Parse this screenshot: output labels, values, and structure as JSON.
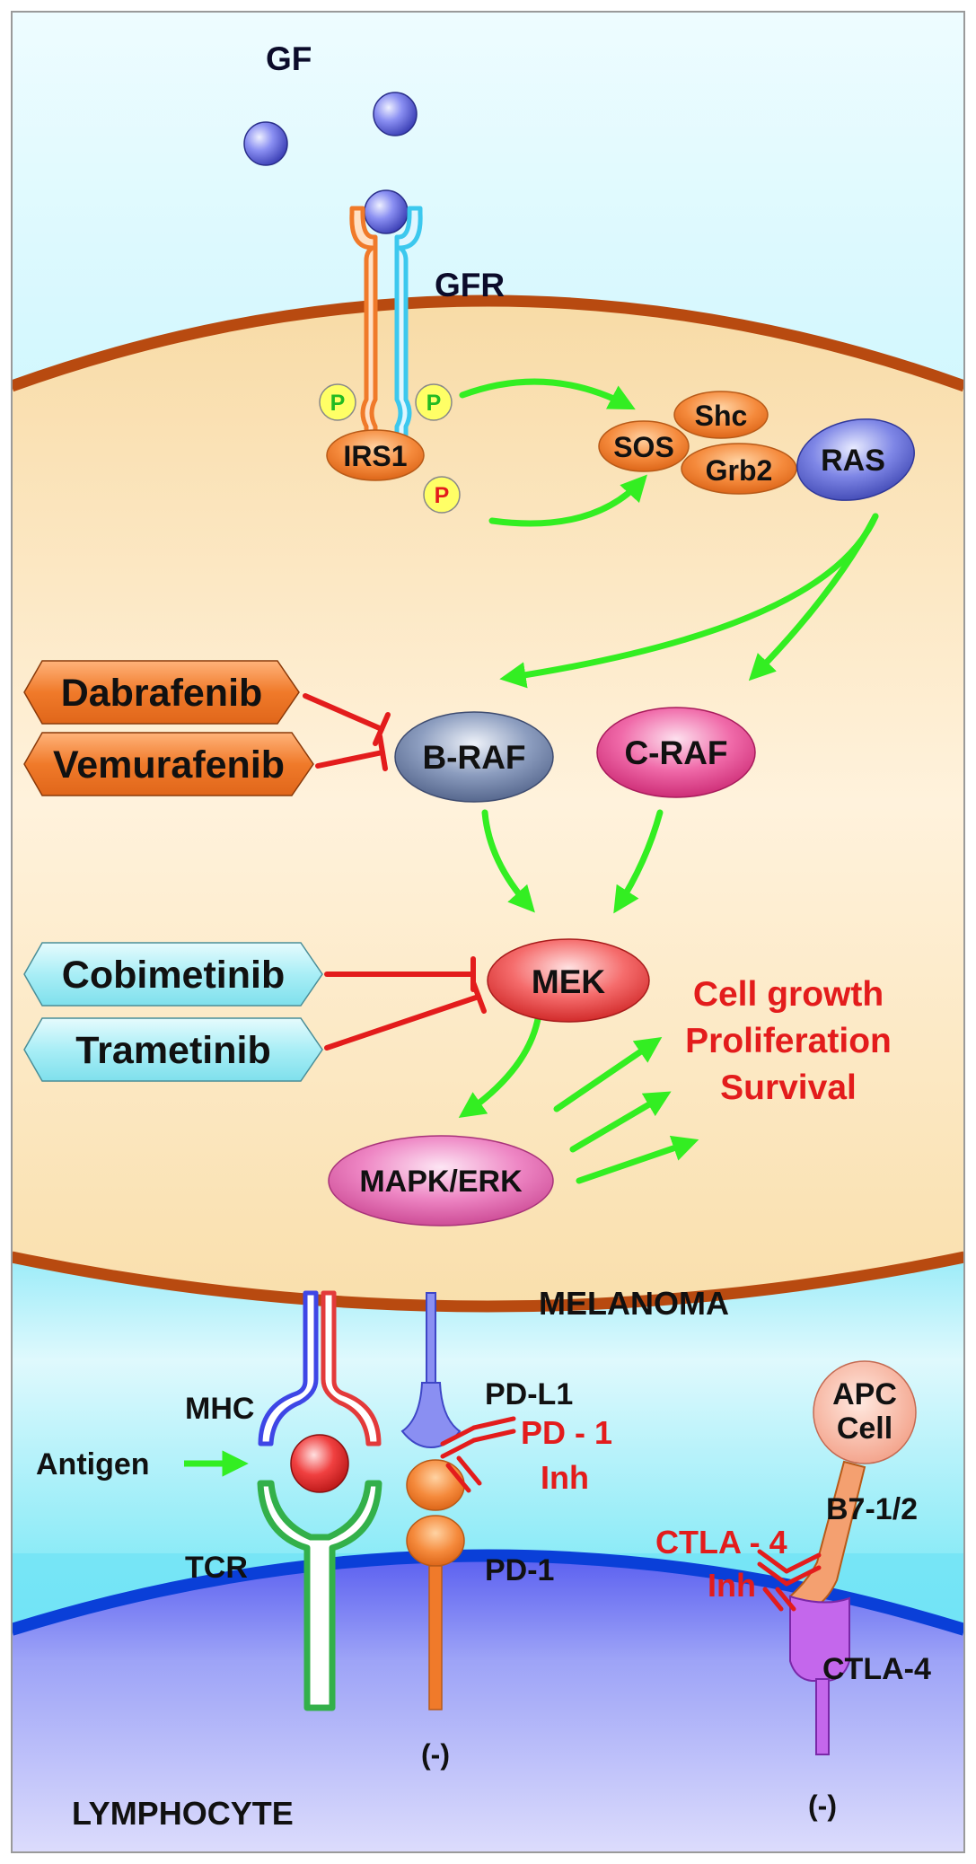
{
  "labels": {
    "gf": "GF",
    "gfr": "GFR",
    "p": "P",
    "irs1": "IRS1",
    "sos": "SOS",
    "shc": "Shc",
    "grb2": "Grb2",
    "ras": "RAS",
    "braf": "B-RAF",
    "craf": "C-RAF",
    "mek": "MEK",
    "mapk": "MAPK/ERK",
    "outcome_1": "Cell growth",
    "outcome_2": "Proliferation",
    "outcome_3": "Survival",
    "melanoma": "MELANOMA",
    "mhc": "MHC",
    "antigen": "Antigen",
    "tcr": "TCR",
    "pdl1": "PD-L1",
    "pd1_inh_1": "PD - 1",
    "pd1_inh_2": "Inh",
    "pd1": "PD-1",
    "neg_1": "(-)",
    "apc_1": "APC",
    "apc_2": "Cell",
    "b7": "B7-1/2",
    "ctla4_inh_1": "CTLA - 4",
    "ctla4_inh_2": "Inh",
    "ctla4": "CTLA-4",
    "neg_2": "(-)",
    "lymphocyte": "LYMPHOCYTE"
  },
  "drugs": {
    "dabrafenib": "Dabrafenib",
    "vemurafenib": "Vemurafenib",
    "cobimetinib": "Cobimetinib",
    "trametinib": "Trametinib"
  },
  "colors": {
    "activation_arrow": "#33ee22",
    "inhibition_line": "#e31c1c",
    "raf_inhibitor_box": "#f07a2a",
    "mek_inhibitor_box": "#8de8f0",
    "membrane": "#b84a10",
    "lymphocyte_membrane": "#0a3fd8",
    "outcome_text": "#e31c1c"
  }
}
